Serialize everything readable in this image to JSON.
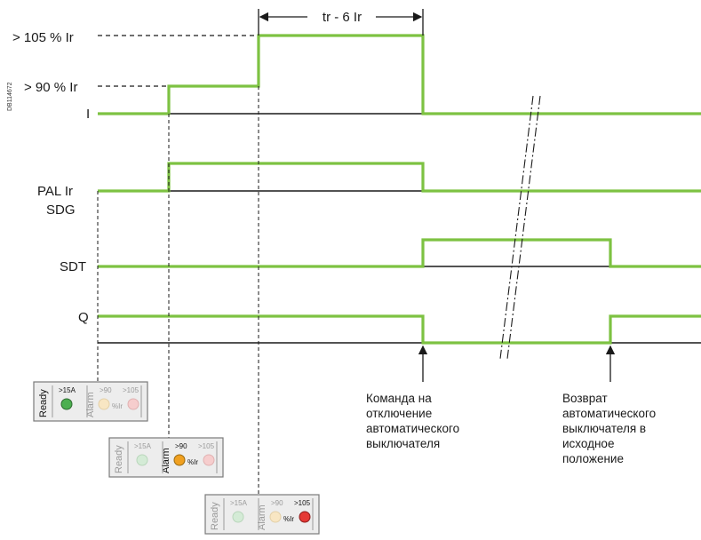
{
  "figure_code": "DB114672",
  "colors": {
    "signal": "#7dc242",
    "base": "#1a1a1a",
    "led_ready_on": "#4caf50",
    "led_alarm_on": "#f0a020",
    "led_trip_on": "#e53935",
    "led_off_green": "#d4ebd6",
    "led_off_amber": "#f8e6c3",
    "led_off_red": "#f6cdcd",
    "panel_bg": "#ededed"
  },
  "levels": {
    "high": "> 105 % Ir",
    "mid": "> 90 % Ir"
  },
  "duration": "tr - 6 Ir",
  "signals": {
    "current": "I",
    "pal": "PAL Ir",
    "sdg": "SDG",
    "sdt": "SDT",
    "q": "Q"
  },
  "annotations": {
    "trip": [
      "Команда на",
      "отключение",
      "автоматического",
      "выключателя"
    ],
    "reset": [
      "Возврат",
      "автоматического",
      "выключателя в",
      "исходное",
      "положение"
    ]
  },
  "indicator": {
    "ready_label": "Ready",
    "alarm_label": "Alarm",
    "t15": ">15A",
    "t90": ">90",
    "t105": ">105",
    "pct": "%Ir",
    "states": [
      {
        "name": "ready",
        "active": "ready"
      },
      {
        "name": "alarm",
        "active": "alarm"
      },
      {
        "name": "trip",
        "active": "trip"
      }
    ]
  }
}
